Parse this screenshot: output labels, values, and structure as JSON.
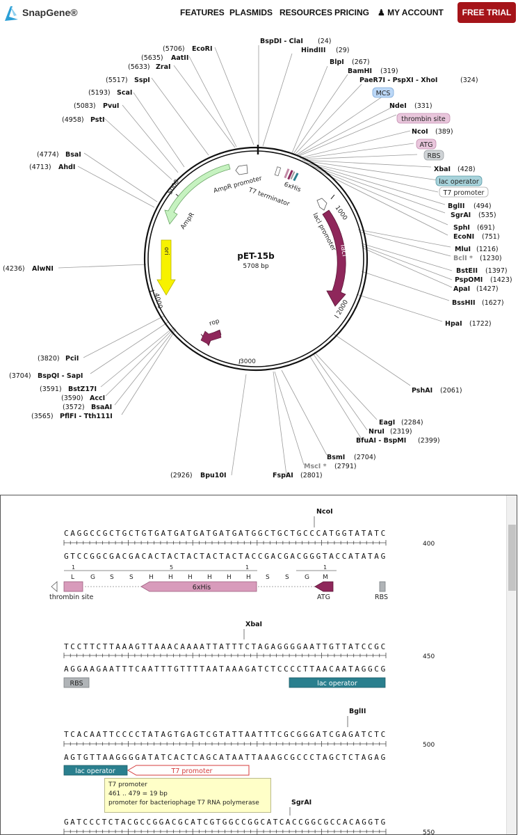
{
  "header": {
    "logo_text": "SnapGene®",
    "nav": [
      "FEATURES",
      "PLASMIDS",
      "RESOURCES",
      "PRICING",
      "MY ACCOUNT"
    ],
    "trial_button": "FREE TRIAL"
  },
  "map": {
    "name": "pET-15b",
    "size": "5708 bp",
    "ticks": [
      "1000",
      "2000",
      "3000",
      "4000",
      "5000"
    ],
    "enzymes": [
      {
        "name": "BspDI - ClaI",
        "pos": "(24)"
      },
      {
        "name": "HindIII",
        "pos": "(29)"
      },
      {
        "name": "BlpI",
        "pos": "(267)"
      },
      {
        "name": "BamHI",
        "pos": "(319)"
      },
      {
        "name": "PaeR7I - PspXI - XhoI",
        "pos": "(324)"
      },
      {
        "name": "NdeI",
        "pos": "(331)"
      },
      {
        "name": "NcoI",
        "pos": "(389)"
      },
      {
        "name": "XbaI",
        "pos": "(428)"
      },
      {
        "name": "BglII",
        "pos": "(494)"
      },
      {
        "name": "SgrAI",
        "pos": "(535)"
      },
      {
        "name": "SphI",
        "pos": "(691)"
      },
      {
        "name": "EcoNI",
        "pos": "(751)"
      },
      {
        "name": "MluI",
        "pos": "(1216)"
      },
      {
        "name": "BclI *",
        "pos": "(1230)"
      },
      {
        "name": "BstEII",
        "pos": "(1397)"
      },
      {
        "name": "PspOMI",
        "pos": "(1423)"
      },
      {
        "name": "ApaI",
        "pos": "(1427)"
      },
      {
        "name": "BssHII",
        "pos": "(1627)"
      },
      {
        "name": "HpaI",
        "pos": "(1722)"
      },
      {
        "name": "PshAI",
        "pos": "(2061)"
      },
      {
        "name": "EagI",
        "pos": "(2284)"
      },
      {
        "name": "NruI",
        "pos": "(2319)"
      },
      {
        "name": "BfuAI - BspMI",
        "pos": "(2399)"
      },
      {
        "name": "BsmI",
        "pos": "(2704)"
      },
      {
        "name": "MscI *",
        "pos": "(2791)"
      },
      {
        "name": "FspAI",
        "pos": "(2801)"
      },
      {
        "name": "Bpu10I",
        "pos": "(2926)"
      },
      {
        "name": "PciI",
        "pos": "(3820)"
      },
      {
        "name": "BspQI - SapI",
        "pos": "(3704)"
      },
      {
        "name": "BstZ17I",
        "pos": "(3591)"
      },
      {
        "name": "AccI",
        "pos": "(3590)"
      },
      {
        "name": "BsaAI",
        "pos": "(3572)"
      },
      {
        "name": "PflFI - Tth111I",
        "pos": "(3565)"
      },
      {
        "name": "AlwNI",
        "pos": "(4236)"
      },
      {
        "name": "AhdI",
        "pos": "(4713)"
      },
      {
        "name": "BsaI",
        "pos": "(4774)"
      },
      {
        "name": "PstI",
        "pos": "(4958)"
      },
      {
        "name": "PvuI",
        "pos": "(5083)"
      },
      {
        "name": "ScaI",
        "pos": "(5193)"
      },
      {
        "name": "SspI",
        "pos": "(5517)"
      },
      {
        "name": "ZraI",
        "pos": "(5633)"
      },
      {
        "name": "AatII",
        "pos": "(5635)"
      },
      {
        "name": "EcoRI",
        "pos": "(5706)"
      }
    ],
    "feature_tags": [
      "MCS",
      "thrombin site",
      "ATG",
      "RBS",
      "lac operator",
      "T7 promoter"
    ],
    "features": {
      "ampr": "AmpR",
      "ampr_promoter": "AmpR promoter",
      "t7_terminator": "T7 terminator",
      "his": "6xHis",
      "laci": "lacI",
      "laci_promoter": "lacI promoter",
      "ori": "ori",
      "rop": "rop"
    }
  },
  "sequence": {
    "rows": [
      {
        "top": "CAGGCCGCTGCTGTGATGATGATGATGATGGCTGCTGCCCATGGTATATC",
        "bottom": "GTCCGGCGACGACACTACTACTACTACTACCGACGACGGGTACCATATAG",
        "number": "400",
        "enzymes": [
          "NcoI"
        ],
        "aa_letters": [
          "L",
          "G",
          "S",
          "S",
          "H",
          "H",
          "H",
          "H",
          "H",
          "H",
          "S",
          "S",
          "G",
          "M"
        ],
        "aa_numbers": [
          "1",
          "5",
          "1",
          "1"
        ],
        "features": [
          "thrombin site",
          "6xHis",
          "ATG",
          "RBS"
        ]
      },
      {
        "top": "TCCTTCTTAAAGTTAAACAAAATTATTTCTAGAGGGGAATTGTTATCCGC",
        "bottom": "AGGAAGAATTTCAATTTGTTTTAATAAAGATCTCCCCTTAACAATAGGCG",
        "number": "450",
        "enzymes": [
          "XbaI"
        ],
        "features": [
          "RBS",
          "lac operator"
        ]
      },
      {
        "top": "TCACAATTCCCCTATAGTGAGTCGTATTAATTTCGCGGGATCGAGATCTC",
        "bottom": "AGTGTTAAGGGGATATCACTCAGCATAATTAAAGCGCCCTAGCTCTAGAG",
        "number": "500",
        "enzymes": [
          "BglII"
        ],
        "features": [
          "lac operator",
          "T7 promoter"
        ]
      },
      {
        "top": "GATCCCTCTACGCCGGACGCATCGTGGCCGGCATCACCGGCGCCACAGGTG",
        "number": "550",
        "enzymes": [
          "SgrAI"
        ]
      }
    ],
    "tooltip": {
      "title": "T7 promoter",
      "range": "461 .. 479  =  19 bp",
      "desc": "promoter for bacteriophage T7 RNA polymerase"
    }
  }
}
